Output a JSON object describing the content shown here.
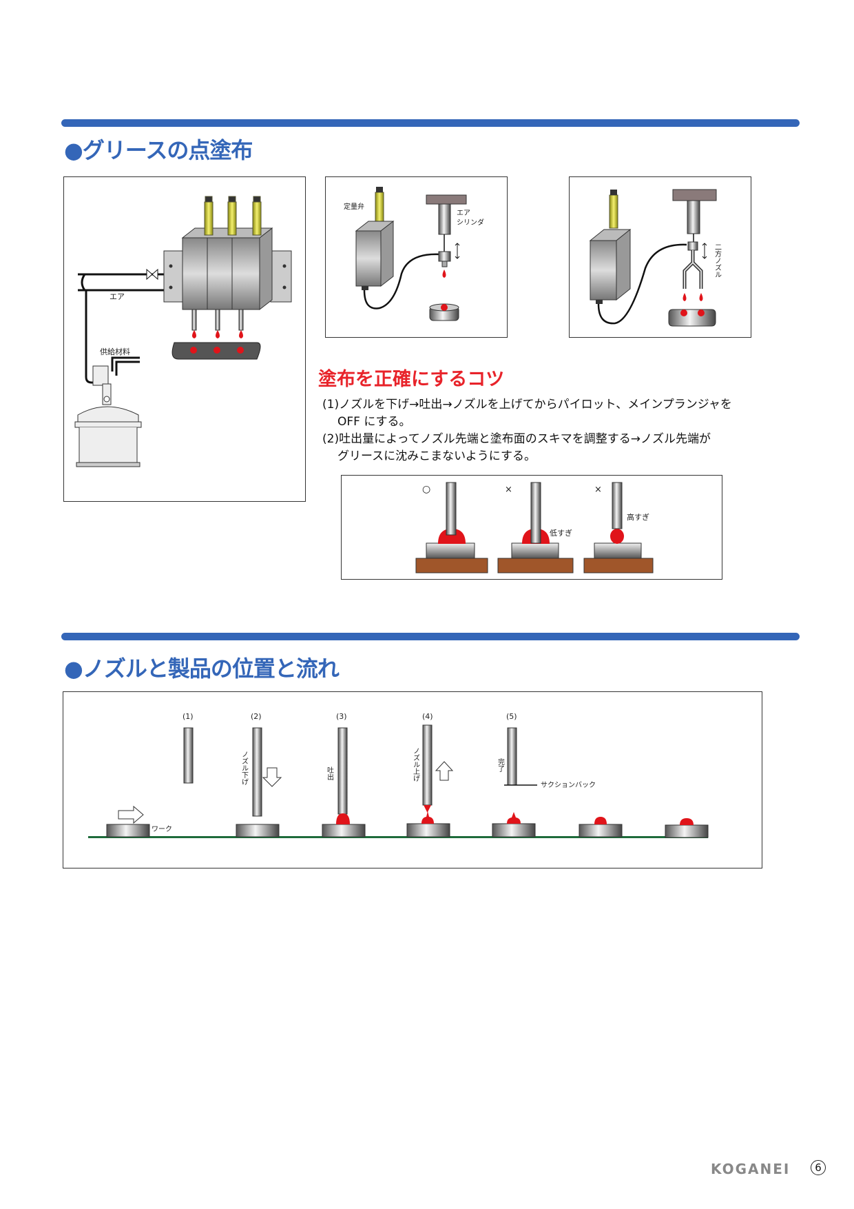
{
  "section1": {
    "title": "●グリースの点塗布",
    "diagram_left": {
      "air_label": "エア",
      "supply_label": "供給材料"
    },
    "diagram_mid": {
      "valve_label": "定量弁",
      "cylinder_label_1": "エア",
      "cylinder_label_2": "シリンダ"
    },
    "diagram_right": {
      "nozzle_label": "二方ノズル"
    },
    "tips": {
      "title": "塗布を正確にするコツ",
      "lines": [
        "(1)ノズルを下げ→吐出→ノズルを上げてからパイロット、メインプランジャを",
        "OFF にする。",
        "(2)吐出量によってノズル先端と塗布面のスキマを調整する→ノズル先端が",
        "グリースに沈みこまないようにする。"
      ],
      "diagram": {
        "mark_good": "○",
        "mark_bad1": "×",
        "mark_bad2": "×",
        "too_low": "低すぎ",
        "too_high": "高すぎ"
      }
    }
  },
  "section2": {
    "title": "●ノズルと製品の位置と流れ",
    "steps": [
      "(1)",
      "(2)",
      "(3)",
      "(4)",
      "(5)"
    ],
    "labels": {
      "work": "ワーク",
      "nozzle_down": "ノズル下げ",
      "discharge": "吐出",
      "nozzle_up": "ノズル上げ",
      "complete": "完了",
      "suction_back": "サクションバック"
    }
  },
  "footer": {
    "brand": "KOGANEI",
    "page": "6"
  },
  "colors": {
    "accent": "#3466b8",
    "tips_title": "#e8232a",
    "grease": "#e0141a",
    "base": "#a0562a",
    "ground": "#1e6b3a"
  }
}
